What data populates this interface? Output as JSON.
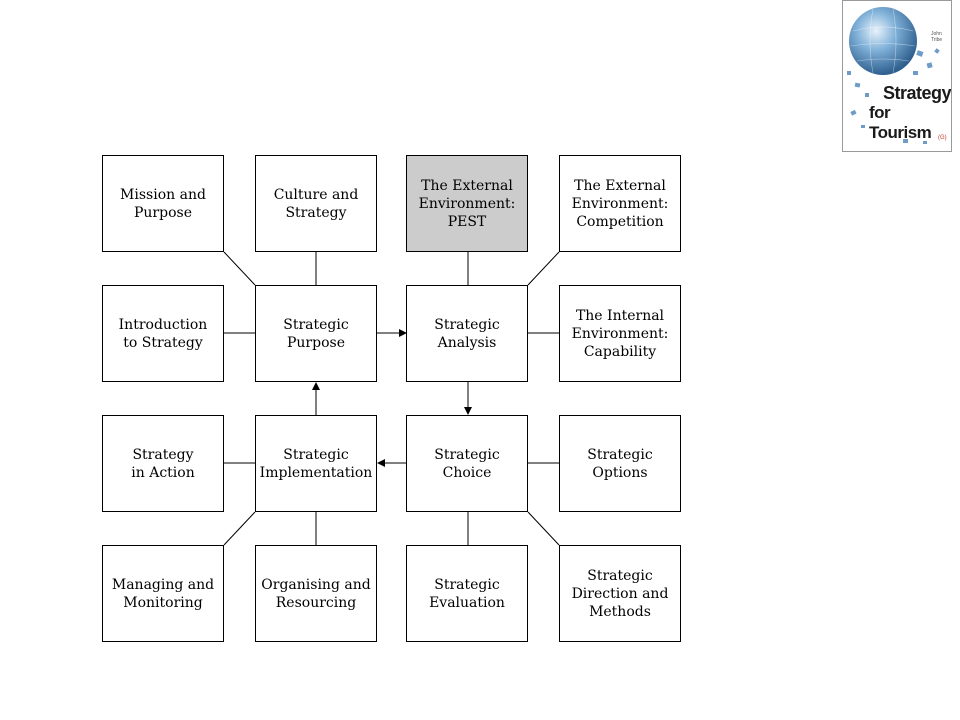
{
  "cover": {
    "author": "John Tribe",
    "title_line1": "Strategy",
    "title_line2": "for Tourism",
    "tag": "(G)"
  },
  "diagram": {
    "boxes": {
      "mission": "Mission and\nPurpose",
      "culture": "Culture and\nStrategy",
      "pest": "The External\nEnvironment:\nPEST",
      "competition": "The External\nEnvironment:\nCompetition",
      "introduction": "Introduction\nto Strategy",
      "purpose": "Strategic\nPurpose",
      "analysis": "Strategic\nAnalysis",
      "capability": "The Internal\nEnvironment:\nCapability",
      "action": "Strategy\nin Action",
      "implementation": "Strategic\nImplementation",
      "choice": "Strategic\nChoice",
      "options": "Strategic\nOptions",
      "monitoring": "Managing and\nMonitoring",
      "resourcing": "Organising and\nResourcing",
      "evaluation": "Strategic\nEvaluation",
      "direction": "Strategic\nDirection and\nMethods"
    },
    "highlighted": "pest"
  }
}
